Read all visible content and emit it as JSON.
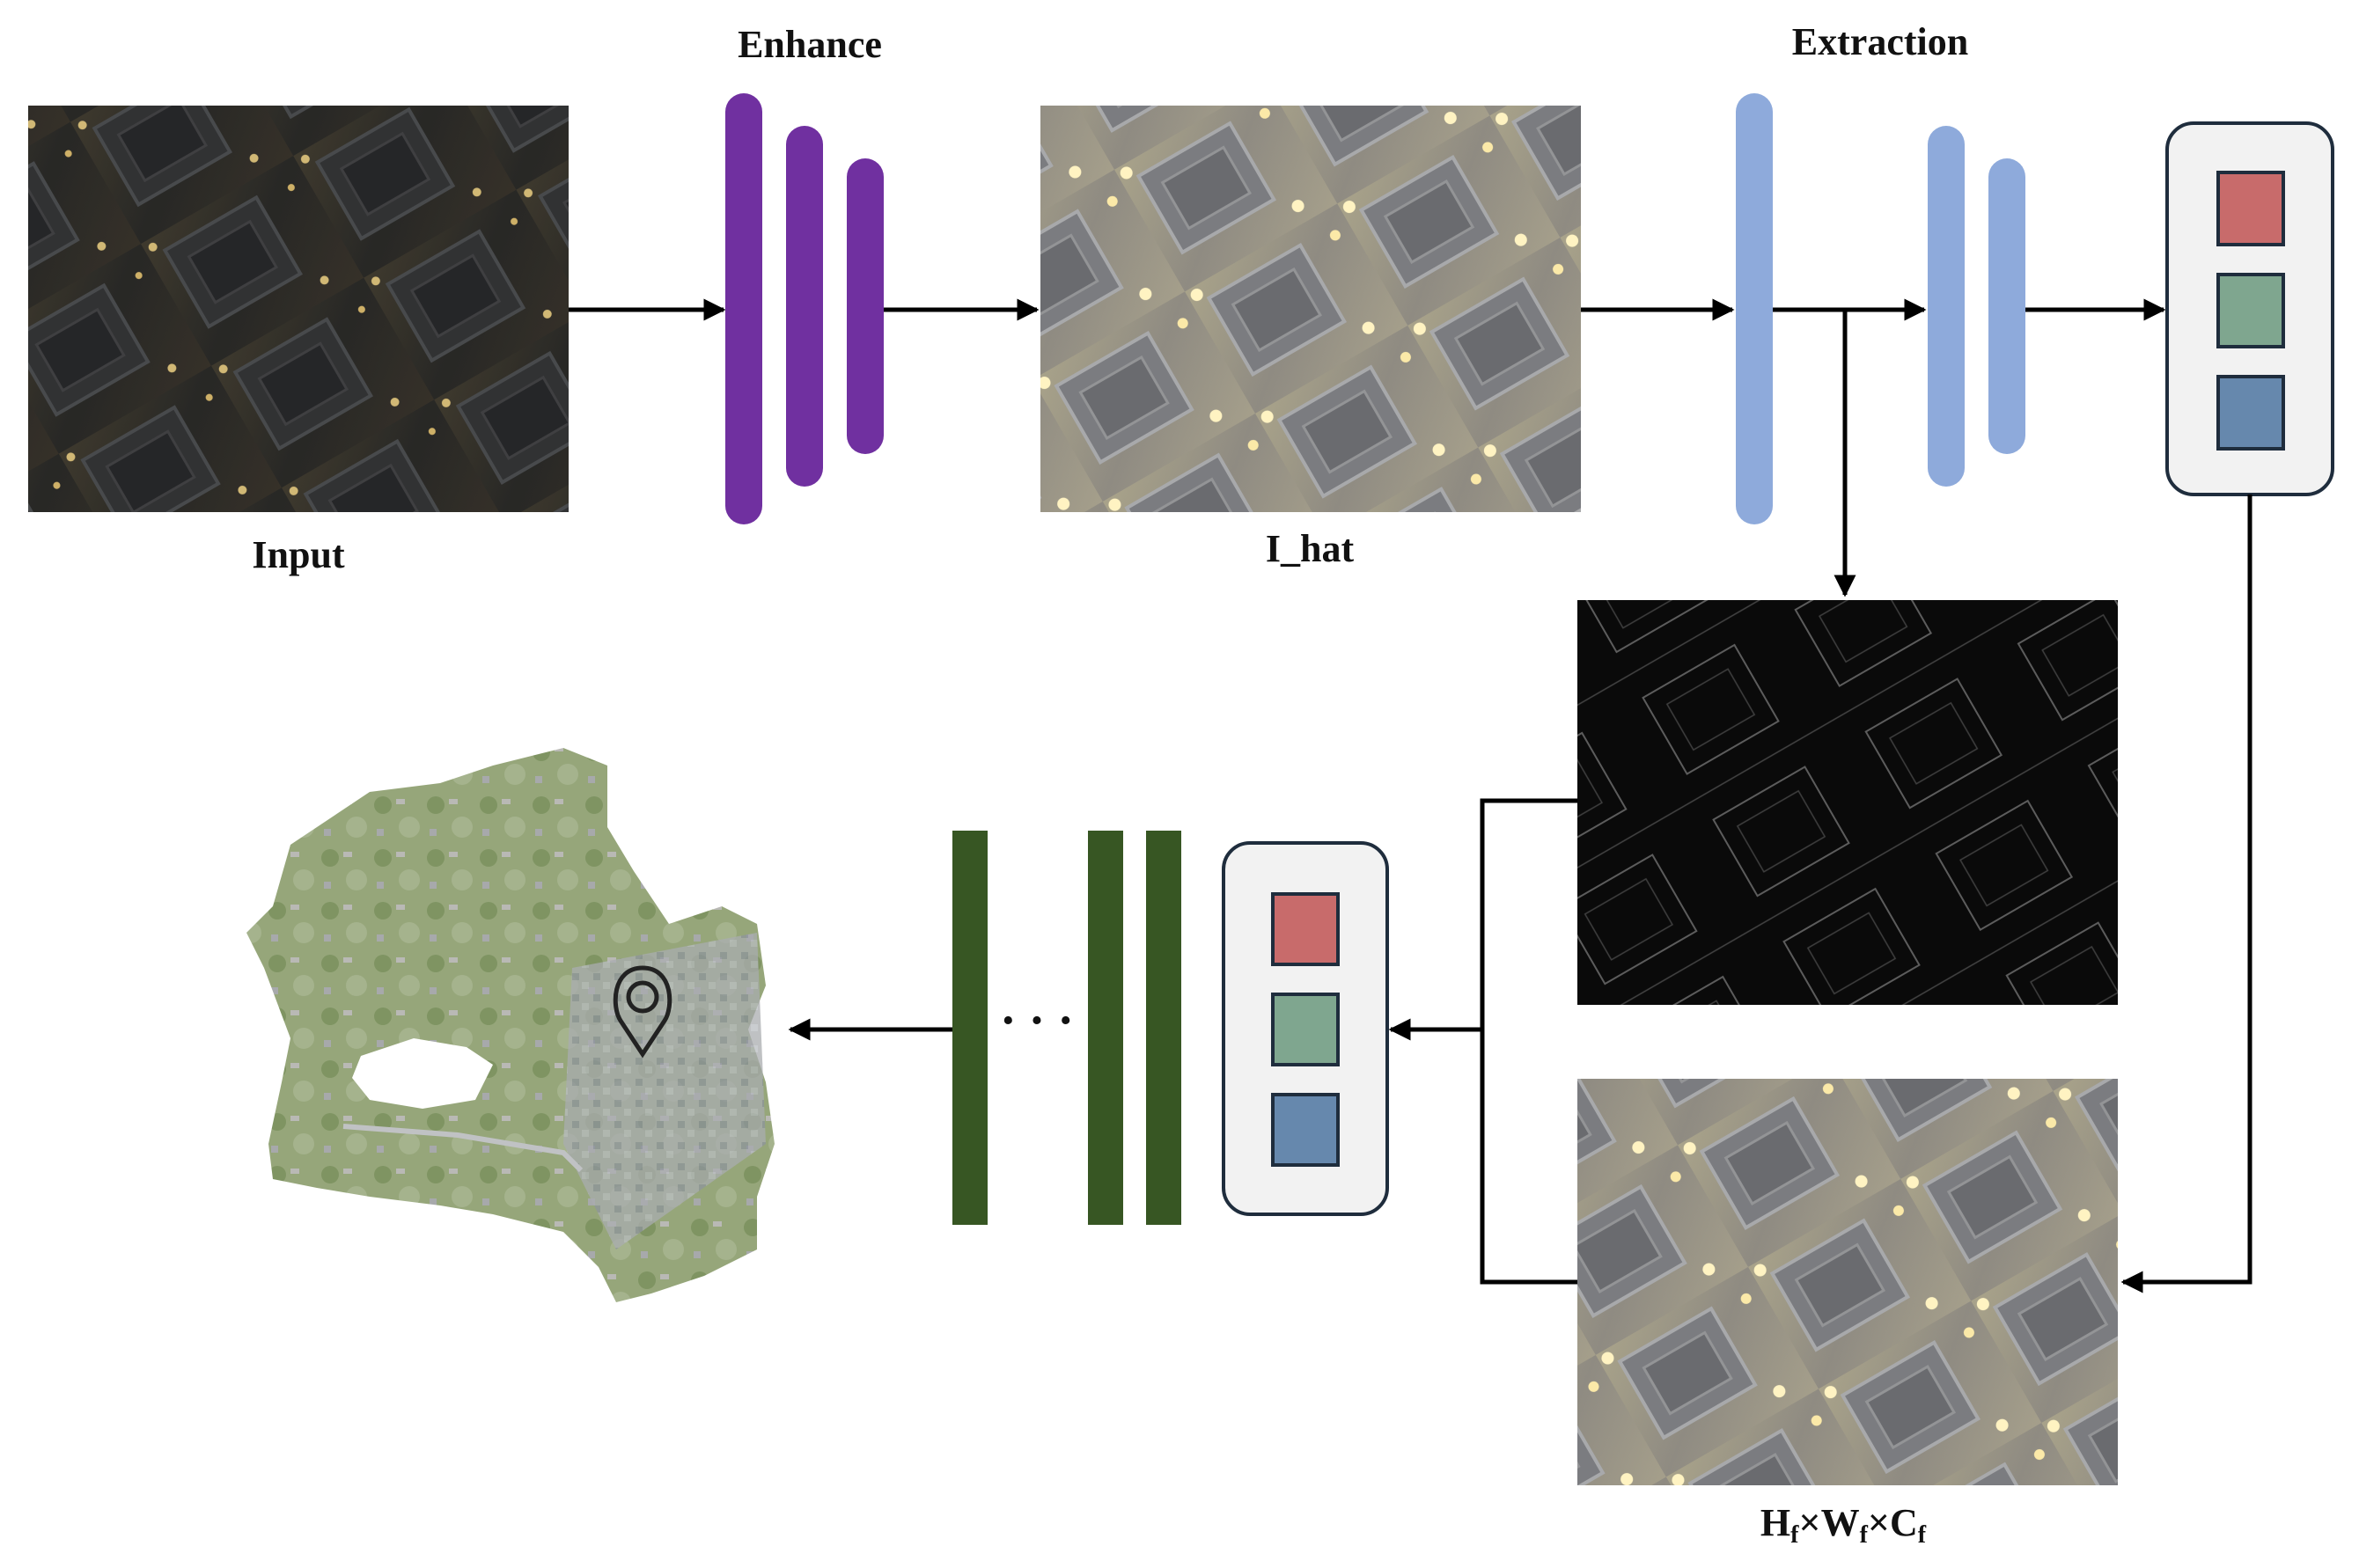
{
  "labels": {
    "enhance": "Enhance",
    "extraction": "Extraction",
    "input": "Input",
    "i_hat": "I_hat",
    "dims": {
      "H": "H",
      "H_sub": "f",
      "times1": "×",
      "W": "W",
      "W_sub": "f",
      "times2": "×",
      "C": "C",
      "C_sub": "f"
    },
    "ellipsis": "· · ·"
  },
  "colors": {
    "enhance_block": "#7030a0",
    "extraction_block": "#8eaadb",
    "decoder_block": "#375623",
    "feature_red": "#c86b6b",
    "feature_green": "#7fa68f",
    "feature_blue": "#6688ad",
    "feature_box_fill": "#f2f2f2",
    "feature_box_border": "#1f2d3d",
    "arrow": "#000000"
  },
  "icons": {
    "location_marker": "map-pin-icon"
  },
  "images": {
    "input": "night aerial photo of city buildings (dark)",
    "i_hat": "enhanced aerial photo (brightened)",
    "edge_map": "edge-detection map (black with grey edges)",
    "feature_image": "enhanced aerial photo feature map",
    "satellite_map": "satellite map of a region with location pin"
  }
}
